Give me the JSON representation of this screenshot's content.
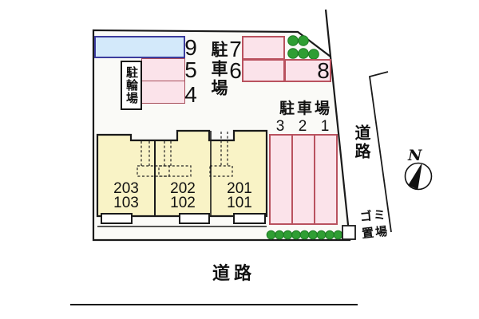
{
  "plot": {
    "labels": {
      "parking_top": "駐車場",
      "parking_right": "駐車場",
      "bike_parking": "駐輪場",
      "road_right": "道路",
      "road_bottom": "道路",
      "garbage_line1": "ゴミ",
      "garbage_line2": "置場",
      "north": "N"
    },
    "spaces": {
      "s9": "9",
      "s5": "5",
      "s4": "4",
      "s7": "7",
      "s6": "6",
      "s8": "8",
      "s3": "3",
      "s2": "2",
      "s1": "1"
    },
    "units": [
      {
        "upper": "203",
        "lower": "103"
      },
      {
        "upper": "202",
        "lower": "102"
      },
      {
        "upper": "201",
        "lower": "101"
      }
    ],
    "trees": {
      "top_cluster": [
        [
          367,
          51
        ],
        [
          380,
          51
        ],
        [
          367,
          67
        ],
        [
          380,
          67
        ],
        [
          393,
          68
        ]
      ],
      "bottom_row": {
        "count": 9,
        "x_start": 339.5,
        "spacing": 10.5,
        "y": 294.5
      }
    },
    "colors": {
      "building_fill": "#f9f3c6",
      "pink_fill": "#fbe3ea",
      "pink_border": "#b9525f",
      "blue_fill": "#d3e9fa",
      "blue_border": "#3c3c9d",
      "tree_green": "#2f9e33",
      "tree_stroke": "#1d7a22",
      "line_black": "#1a1a1a"
    }
  }
}
